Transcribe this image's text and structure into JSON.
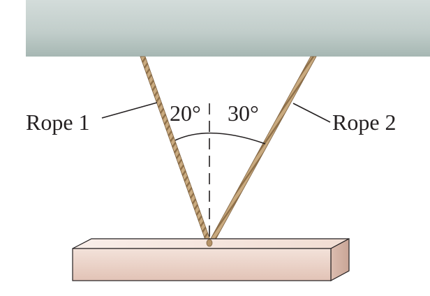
{
  "labels": {
    "rope1": "Rope 1",
    "rope2": "Rope 2",
    "angle_left": "20°",
    "angle_right": "30°"
  },
  "colors": {
    "ceiling_top": "#c9d4d1",
    "ceiling_bottom": "#a9b9b6",
    "rope": "#c8a97e",
    "rope_stripe": "#8a6b45",
    "block_front": "#ecd4c8",
    "block_top": "#f6e8e1",
    "block_side": "#d8b6a8",
    "line": "#231f20"
  }
}
